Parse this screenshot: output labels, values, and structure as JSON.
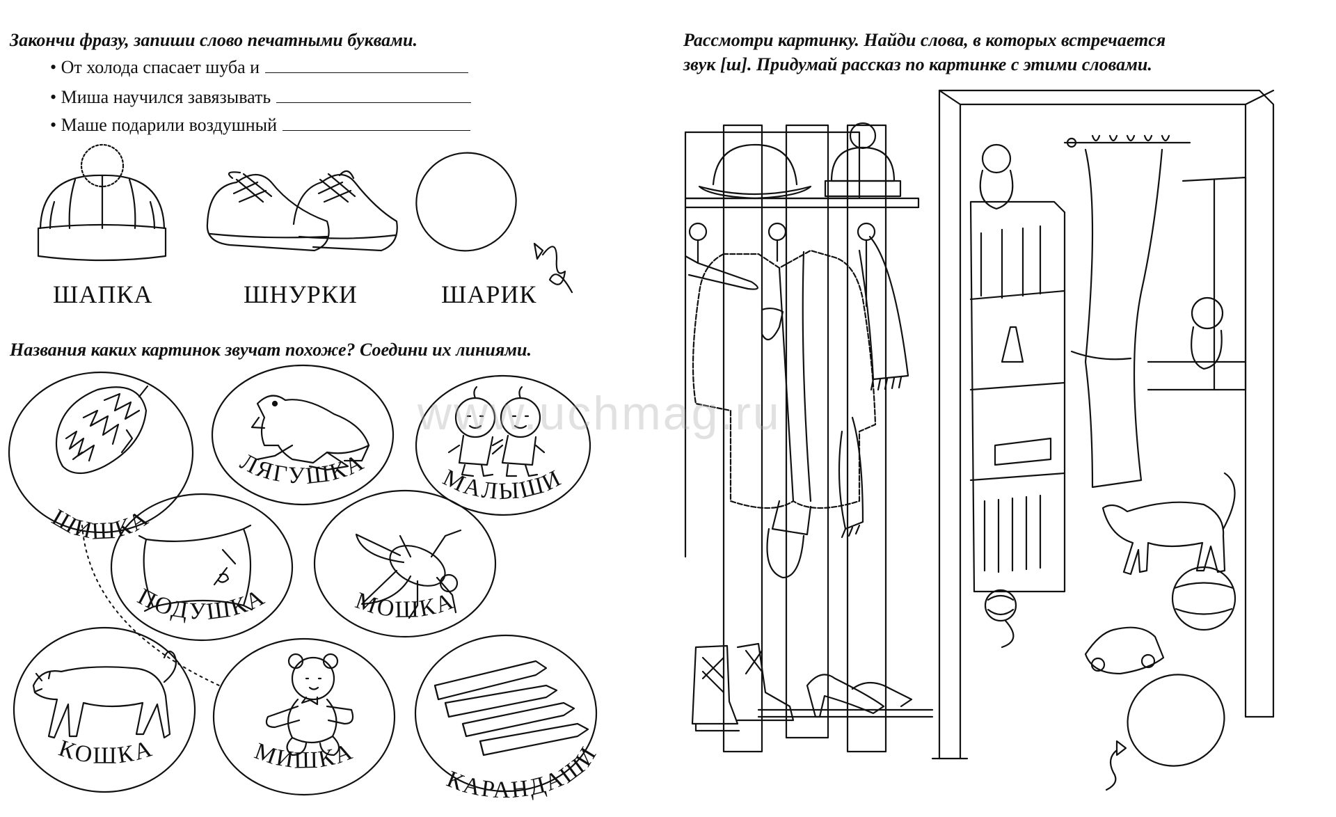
{
  "left_page": {
    "task1": {
      "instruction": "Закончи фразу, запиши слово печатными буквами.",
      "sentences": [
        "От холода спасает шуба и",
        "Миша научился завязывать",
        "Маше подарили воздушный"
      ],
      "pictures": [
        {
          "icon": "hat-icon",
          "label": "ШАПКА"
        },
        {
          "icon": "sneakers-icon",
          "label": "ШНУРКИ"
        },
        {
          "icon": "balloon-icon",
          "label": "ШАРИК"
        }
      ]
    },
    "task2": {
      "instruction": "Названия каких картинок звучат похоже? Соедини их линиями.",
      "ovals": [
        {
          "icon": "pinecone-icon",
          "label": "ШИШКА"
        },
        {
          "icon": "frog-icon",
          "label": "ЛЯГУШКА"
        },
        {
          "icon": "babies-icon",
          "label": "МАЛЫШИ"
        },
        {
          "icon": "pillow-icon",
          "label": "ПОДУШКА"
        },
        {
          "icon": "fly-icon",
          "label": "МОШКА"
        },
        {
          "icon": "cat-icon",
          "label": "КОШКА"
        },
        {
          "icon": "teddy-bear-icon",
          "label": "МИШКА"
        },
        {
          "icon": "pencils-icon",
          "label": "КАРАНДАШИ"
        }
      ]
    }
  },
  "right_page": {
    "instruction_line1": "Рассмотри картинку. Найди слова, в которых встречается",
    "instruction_line2": "звук [ш]. Придумай рассказ по картинке с этими словами."
  },
  "watermark": "www.uchmag.ru"
}
